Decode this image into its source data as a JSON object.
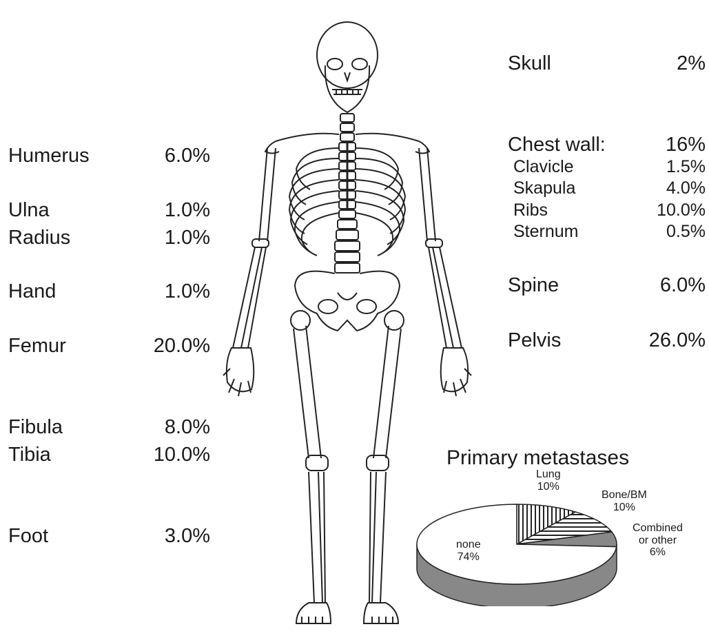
{
  "left_bones": [
    {
      "label": "Humerus",
      "value": "6.0%"
    },
    {
      "label": "Ulna",
      "value": "1.0%"
    },
    {
      "label": "Radius",
      "value": "1.0%"
    },
    {
      "label": "Hand",
      "value": "1.0%"
    },
    {
      "label": "Femur",
      "value": "20.0%"
    },
    {
      "label": "Fibula",
      "value": "8.0%"
    },
    {
      "label": "Tibia",
      "value": "10.0%"
    },
    {
      "label": "Foot",
      "value": "3.0%"
    }
  ],
  "right_bones": {
    "skull": {
      "label": "Skull",
      "value": "2%"
    },
    "chest_wall": {
      "label": "Chest wall:",
      "value": "16%"
    },
    "chest_parts": [
      {
        "label": "Clavicle",
        "value": "1.5%"
      },
      {
        "label": "Skapula",
        "value": "4.0%"
      },
      {
        "label": "Ribs",
        "value": "10.0%"
      },
      {
        "label": "Sternum",
        "value": "0.5%"
      }
    ],
    "spine": {
      "label": "Spine",
      "value": "6.0%"
    },
    "pelvis": {
      "label": "Pelvis",
      "value": "26.0%"
    }
  },
  "pie": {
    "title": "Primary metastases",
    "slices": [
      {
        "label": "Lung",
        "value": "10%",
        "fraction": 0.1
      },
      {
        "label": "Bone/BM",
        "value": "10%",
        "fraction": 0.1
      },
      {
        "label": "Combined\nor other",
        "label_line1": "Combined",
        "label_line2": "or other",
        "value": "6%",
        "fraction": 0.06
      },
      {
        "label": "none",
        "value": "74%",
        "fraction": 0.74
      }
    ]
  }
}
